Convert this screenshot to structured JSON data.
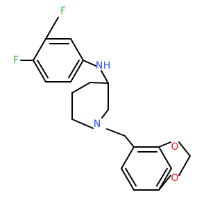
{
  "atom_labels": {
    "f_top": "F",
    "f_left": "F",
    "nh": "N",
    "nh_h": "H",
    "n_ring": "N",
    "o_upper": "O",
    "o_lower": "O"
  },
  "colors": {
    "bond": "#000000",
    "fluorine": "#33cc33",
    "nitrogen": "#3050f8",
    "oxygen": "#ff0d0d",
    "background": "#ffffff"
  }
}
